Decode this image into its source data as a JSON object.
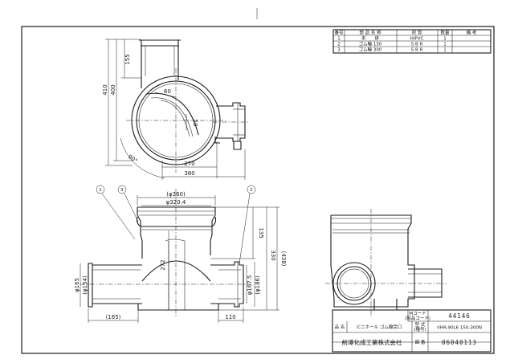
{
  "parts_table": {
    "headers": {
      "no": "番号",
      "name": "部 品 名 称",
      "material": "材  質",
      "qty": "数量",
      "remarks": "備  考"
    },
    "rows": [
      {
        "no": "1",
        "name": "本　　体",
        "material": "HIPVC",
        "qty": "1",
        "remarks": ""
      },
      {
        "no": "2",
        "name": "ゴム輪 150",
        "material": "S B R",
        "qty": "1",
        "remarks": ""
      },
      {
        "no": "3",
        "name": "ゴム輪 300",
        "material": "S B R",
        "qty": "1",
        "remarks": ""
      }
    ]
  },
  "title_block": {
    "m_code_label_1": "Mコード",
    "m_code_label_2": "(製品コード)",
    "m_code_value": "44146",
    "name_label": "品 名",
    "name_value": "ビニホール ゴム輪受口",
    "model_label_1": "型 式",
    "model_label_2": "(種号)",
    "model_value": "VHR-90L6 150-300N",
    "company": "前澤化成工業株式会社",
    "drawing_no_label": "図 番",
    "drawing_no_value": "06040113"
  },
  "dimensions": {
    "top_410": "410",
    "top_400": "400",
    "top_155": "155",
    "top_60": "60",
    "top_50": "50",
    "top_angle": "90°",
    "top_270": "270",
    "top_380": "380",
    "front_360": "(φ360)",
    "front_320": "φ320.4",
    "front_135": "135",
    "front_330": "330",
    "front_438": "(438)",
    "front_272": "272",
    "front_165d": "φ165",
    "front_154d": "(φ154)",
    "front_1675": "φ167.5",
    "front_186": "(φ186)",
    "front_165w": "(165)",
    "front_110": "110"
  },
  "balloons": {
    "b1": "1",
    "b2": "2",
    "b3": "3"
  }
}
